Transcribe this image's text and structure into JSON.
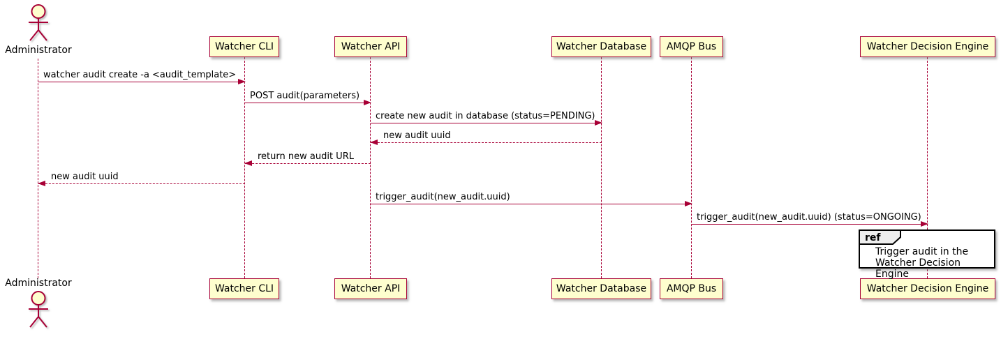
{
  "colors": {
    "background": "#FFFFFF",
    "participant_fill": "#FEFECE",
    "participant_border": "#A80036",
    "arrow": "#A80036",
    "lifeline": "#A80036",
    "text": "#000000",
    "ref_border": "#000000",
    "ref_tab_fill": "#EEEEEE"
  },
  "actor": {
    "name": "Administrator"
  },
  "participants": [
    {
      "label": "Watcher CLI"
    },
    {
      "label": "Watcher API"
    },
    {
      "label": "Watcher Database"
    },
    {
      "label": "AMQP Bus"
    },
    {
      "label": "Watcher Decision Engine"
    }
  ],
  "messages": [
    {
      "from": "Administrator",
      "to": "Watcher CLI",
      "label": "watcher audit create -a <audit_template>",
      "style": "solid"
    },
    {
      "from": "Watcher CLI",
      "to": "Watcher API",
      "label": "POST audit(parameters)",
      "style": "solid"
    },
    {
      "from": "Watcher API",
      "to": "Watcher Database",
      "label": "create new audit in database (status=PENDING)",
      "style": "solid"
    },
    {
      "from": "Watcher Database",
      "to": "Watcher API",
      "label": "new audit uuid",
      "style": "dashed"
    },
    {
      "from": "Watcher API",
      "to": "Watcher CLI",
      "label": "return new audit URL",
      "style": "dashed"
    },
    {
      "from": "Watcher CLI",
      "to": "Administrator",
      "label": "new audit uuid",
      "style": "dashed"
    },
    {
      "from": "Watcher API",
      "to": "AMQP Bus",
      "label": "trigger_audit(new_audit.uuid)",
      "style": "solid"
    },
    {
      "from": "AMQP Bus",
      "to": "Watcher Decision Engine",
      "label": "trigger_audit(new_audit.uuid) (status=ONGOING)",
      "style": "solid"
    }
  ],
  "ref_fragment": {
    "keyword": "ref",
    "over": "Watcher Decision Engine",
    "lines": [
      "Trigger audit in the",
      "Watcher Decision Engine"
    ]
  }
}
